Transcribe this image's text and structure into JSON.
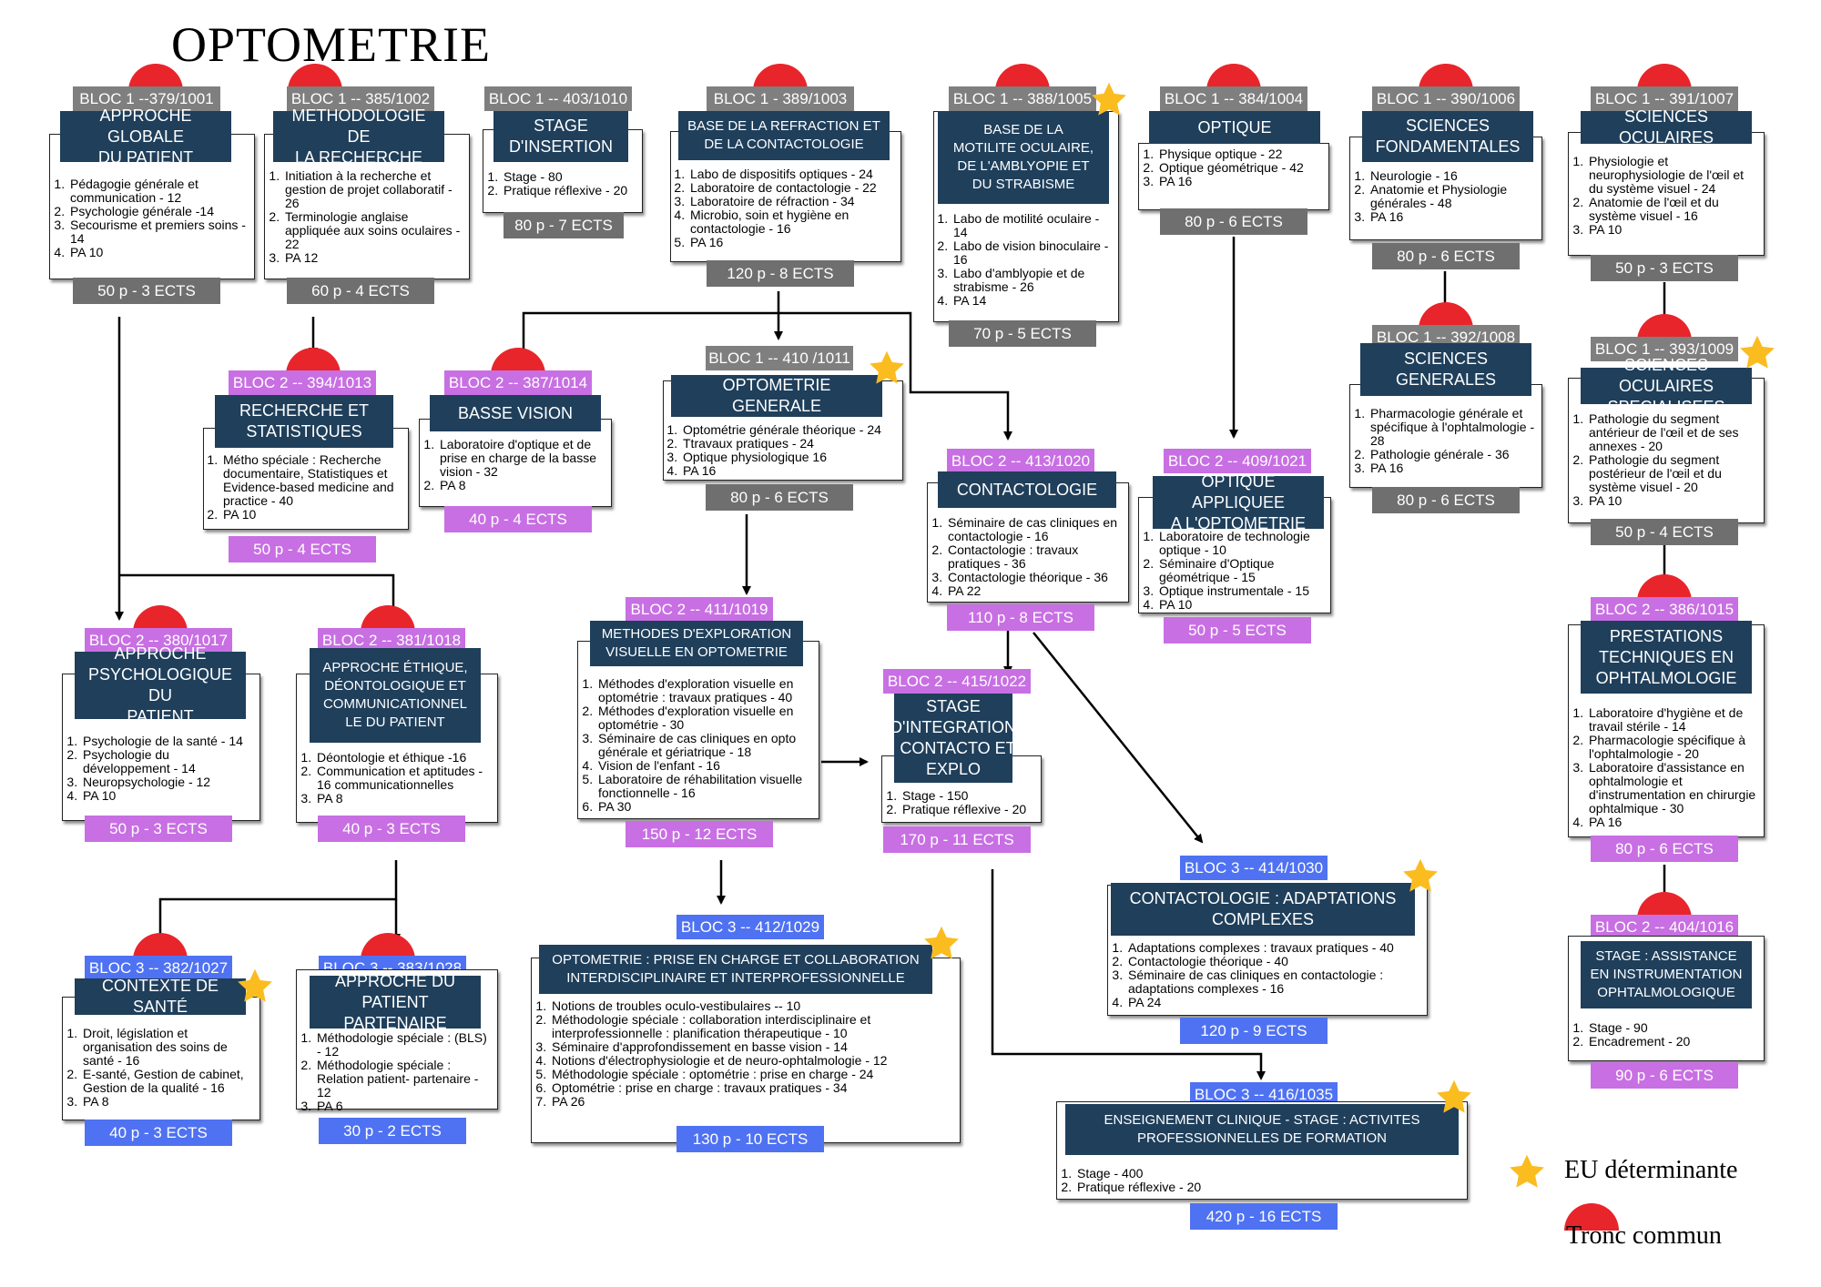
{
  "title": "OPTOMETRIE",
  "colors": {
    "bloc1": "#7f7f7f",
    "bloc2": "#c86fe3",
    "bloc3": "#4f72f2",
    "title_bg": "#1f3f5b",
    "star": "#fbbc20",
    "tronc_commun": "#e8252b"
  },
  "units": [
    {
      "id": "u379",
      "bloc": "BLOC 1 --379/1001",
      "title": "APPROCHE GLOBALE\nDU PATIENT",
      "items": [
        "Pédagogie générale et communication - 12",
        "Psychologie générale -14",
        "Secourisme et premiers soins - 14",
        "PA 10"
      ],
      "footer": "50 p - 3 ECTS",
      "level": 1,
      "star": false,
      "tronc": true
    },
    {
      "id": "u385",
      "bloc": "BLOC 1 -- 385/1002",
      "title": "METHODOLOGIE DE\nLA RECHERCHE",
      "items": [
        "Initiation à la recherche et gestion de projet collaboratif - 26",
        "Terminologie anglaise appliquée aux soins oculaires - 22",
        "PA 12"
      ],
      "footer": "60 p - 4 ECTS",
      "level": 1,
      "star": false,
      "tronc": true
    },
    {
      "id": "u403",
      "bloc": "BLOC 1 -- 403/1010",
      "title": "STAGE\nD'INSERTION",
      "items": [
        "Stage - 80",
        "Pratique réflexive - 20"
      ],
      "footer": "80 p - 7 ECTS",
      "level": 1,
      "star": false,
      "tronc": false
    },
    {
      "id": "u389",
      "bloc": "BLOC 1 - 389/1003",
      "title": "BASE DE LA REFRACTION ET\nDE LA CONTACTOLOGIE",
      "items": [
        "Labo de dispositifs optiques - 24",
        "Laboratoire de contactologie - 22",
        "Laboratoire de réfraction - 34",
        "Microbio, soin et hygiène en contactologie - 16",
        "PA 16"
      ],
      "footer": "120 p - 8 ECTS",
      "level": 1,
      "star": false,
      "tronc": true
    },
    {
      "id": "u388",
      "bloc": "BLOC 1 -- 388/1005",
      "title": "BASE DE LA\nMOTILITE OCULAIRE,\nDE L'AMBLYOPIE ET\nDU STRABISME",
      "items": [
        "Labo de motilité oculaire - 14",
        "Labo de vision binoculaire - 16",
        "Labo d'amblyopie et de strabisme - 26",
        "PA 14"
      ],
      "footer": "70 p - 5 ECTS",
      "level": 1,
      "star": true,
      "tronc": true
    },
    {
      "id": "u384",
      "bloc": "BLOC 1 -- 384/1004",
      "title": "OPTIQUE",
      "items": [
        "Physique optique - 22",
        "Optique géométrique - 42",
        "PA 16"
      ],
      "footer": "80 p - 6 ECTS",
      "level": 1,
      "star": false,
      "tronc": true
    },
    {
      "id": "u390",
      "bloc": "BLOC 1 -- 390/1006",
      "title": "SCIENCES\nFONDAMENTALES",
      "items": [
        "Neurologie - 16",
        "Anatomie et Physiologie générales - 48",
        "PA 16"
      ],
      "footer": "80 p - 6 ECTS",
      "level": 1,
      "star": false,
      "tronc": true
    },
    {
      "id": "u391",
      "bloc": "BLOC 1 -- 391/1007",
      "title": "SCIENCES OCULAIRES",
      "items": [
        "Physiologie et neurophysiologie de l'œil et du système visuel - 24",
        "Anatomie de l'œil et du système visuel - 16",
        "PA 10"
      ],
      "footer": "50 p - 3 ECTS",
      "level": 1,
      "star": false,
      "tronc": true
    },
    {
      "id": "u394",
      "bloc": "BLOC 2 -- 394/1013",
      "title": "RECHERCHE ET\nSTATISTIQUES",
      "items": [
        "Métho spéciale : Recherche documentaire, Statistiques et Evidence-based medicine and practice - 40",
        "PA 10"
      ],
      "footer": "50 p - 4 ECTS",
      "level": 2,
      "star": false,
      "tronc": true
    },
    {
      "id": "u387",
      "bloc": "BLOC 2 -- 387/1014",
      "title": "BASSE VISION",
      "items": [
        "Laboratoire d'optique et de prise en charge de la basse vision - 32",
        "PA 8"
      ],
      "footer": "40 p - 4 ECTS",
      "level": 2,
      "star": false,
      "tronc": true
    },
    {
      "id": "u410",
      "bloc": "BLOC 1 -- 410 /1011",
      "title": "OPTOMETRIE GENERALE",
      "items": [
        "Optométrie générale théorique - 24",
        "Ttravaux pratiques - 24",
        "Optique physiologique 16",
        "PA 16"
      ],
      "footer": "80 p - 6 ECTS",
      "level": 1,
      "star": true,
      "tronc": false
    },
    {
      "id": "u413",
      "bloc": "BLOC 2 -- 413/1020",
      "title": "CONTACTOLOGIE",
      "items": [
        "Séminaire de cas cliniques en contactologie - 16",
        "Contactologie : travaux pratiques - 36",
        "Contactologie théorique - 36",
        "PA 22"
      ],
      "footer": "110 p - 8 ECTS",
      "level": 2,
      "star": false,
      "tronc": false
    },
    {
      "id": "u409",
      "bloc": "BLOC 2 -- 409/1021",
      "title": "OPTIQUE APPLIQUEE\nA L'OPTOMETRIE",
      "items": [
        "Laboratoire de technologie optique - 10",
        "Séminaire d'Optique géométrique - 15",
        "Optique instrumentale - 15",
        "PA 10"
      ],
      "footer": "50 p - 5 ECTS",
      "level": 2,
      "star": false,
      "tronc": false
    },
    {
      "id": "u392",
      "bloc": "BLOC 1 -- 392/1008",
      "title": "SCIENCES\nGENERALES",
      "items": [
        "Pharmacologie générale et spécifique à l'ophtalmologie - 28",
        "Pathologie générale - 36",
        "PA 16"
      ],
      "footer": "80 p - 6 ECTS",
      "level": 1,
      "star": false,
      "tronc": true
    },
    {
      "id": "u393",
      "bloc": "BLOC 1 -- 393/1009",
      "title": "SCIENCES OCULAIRES\nSPECIALISEES",
      "items": [
        "Pathologie du segment antérieur de l'œil et de ses annexes - 20",
        "Pathologie du segment postérieur de l'œil et du système visuel - 20",
        "PA 10"
      ],
      "footer": "50 p - 4 ECTS",
      "level": 1,
      "star": true,
      "tronc": true
    },
    {
      "id": "u380",
      "bloc": "BLOC 2 -- 380/1017",
      "title": "APPROCHE\nPSYCHOLOGIQUE DU\nPATIENT",
      "items": [
        "Psychologie de la santé - 14",
        "Psychologie du développement - 14",
        "Neuropsychologie - 12",
        "PA 10"
      ],
      "footer": "50 p - 3 ECTS",
      "level": 2,
      "star": false,
      "tronc": true
    },
    {
      "id": "u381",
      "bloc": "BLOC 2 -- 381/1018",
      "title": "APPROCHE ÉTHIQUE,\nDÉONTOLOGIQUE ET\nCOMMUNICATIONNEL\nLE DU PATIENT",
      "items": [
        "Déontologie et éthique -16",
        "Communication et aptitudes - 16 communicationnelles",
        "PA 8"
      ],
      "footer": "40 p - 3 ECTS",
      "level": 2,
      "star": false,
      "tronc": true
    },
    {
      "id": "u411",
      "bloc": "BLOC 2 -- 411/1019",
      "title": "METHODES D'EXPLORATION\nVISUELLE EN OPTOMETRIE",
      "items": [
        "Méthodes d'exploration visuelle en optométrie : travaux pratiques - 40",
        "Méthodes d'exploration visuelle en optométrie - 30",
        "Séminaire de cas cliniques en opto générale et gériatrique - 18",
        "Vision de l'enfant - 16",
        "Laboratoire de réhabilitation visuelle fonctionnelle - 16",
        "PA 30"
      ],
      "footer": "150 p - 12 ECTS",
      "level": 2,
      "star": false,
      "tronc": false
    },
    {
      "id": "u415",
      "bloc": "BLOC 2 -- 415/1022",
      "title": "STAGE\nD'INTEGRATION\n: CONTACTO ET\nEXPLO",
      "items": [
        "Stage - 150",
        "Pratique réflexive - 20"
      ],
      "footer": "170 p - 11 ECTS",
      "level": 2,
      "star": false,
      "tronc": false
    },
    {
      "id": "u386",
      "bloc": "BLOC 2 -- 386/1015",
      "title": "PRESTATIONS\nTECHNIQUES EN\nOPHTALMOLOGIE",
      "items": [
        "Laboratoire d'hygiène et de travail stérile - 14",
        "Pharmacologie spécifique à l'ophtalmologie - 20",
        "Laboratoire d'assistance en ophtalmologie et d'instrumentation en chirurgie ophtalmique - 30",
        "PA 16"
      ],
      "footer": "80 p - 6 ECTS",
      "level": 2,
      "star": false,
      "tronc": true
    },
    {
      "id": "u414",
      "bloc": "BLOC 3 -- 414/1030",
      "title": "CONTACTOLOGIE : ADAPTATIONS\nCOMPLEXES",
      "items": [
        "Adaptations complexes : travaux pratiques - 40",
        "Contactologie théorique - 40",
        "Séminaire de cas cliniques en contactologie : adaptations complexes - 16",
        "PA 24"
      ],
      "footer": "120 p - 9 ECTS",
      "level": 3,
      "star": true,
      "tronc": false
    },
    {
      "id": "u382",
      "bloc": "BLOC 3 -- 382/1027",
      "title": "CONTEXTE DE SANTÉ",
      "items": [
        "Droit, législation et organisation des soins de santé - 16",
        "E-santé, Gestion de cabinet, Gestion de la qualité - 16",
        "PA 8"
      ],
      "footer": "40 p - 3 ECTS",
      "level": 3,
      "star": true,
      "tronc": true
    },
    {
      "id": "u383",
      "bloc": "BLOC 3 -- 383/1028",
      "title": "APPROCHE DU\nPATIENT PARTENAIRE",
      "items": [
        "Méthodologie spéciale : (BLS) - 12",
        "Méthodologie spéciale : Relation patient- partenaire - 12",
        "PA 6"
      ],
      "footer": "30 p - 2 ECTS",
      "level": 3,
      "star": false,
      "tronc": true
    },
    {
      "id": "u412",
      "bloc": "BLOC 3 -- 412/1029",
      "title": "OPTOMETRIE : PRISE EN CHARGE ET COLLABORATION\nINTERDISCIPLINAIRE ET INTERPROFESSIONNELLE",
      "items": [
        "Notions de troubles oculo-vestibulaires -- 10",
        "Méthodologie spéciale : collaboration interdisciplinaire et interprofessionnelle : planification thérapeutique - 10",
        "Séminaire d'approfondissement en basse vision - 14",
        "Notions d'électrophysiologie et de neuro-ophtalmologie - 12",
        "Méthodologie spéciale : optométrie : prise en charge - 24",
        "Optométrie : prise en charge : travaux pratiques - 34",
        "PA 26"
      ],
      "footer": "130 p - 10 ECTS",
      "level": 3,
      "star": true,
      "tronc": false
    },
    {
      "id": "u404",
      "bloc": "BLOC 2 -- 404/1016",
      "title": "STAGE : ASSISTANCE\nEN INSTRUMENTATION\nOPHTALMOLOGIQUE",
      "items": [
        "Stage - 90",
        "Encadrement - 20"
      ],
      "footer": "90 p - 6 ECTS",
      "level": 2,
      "star": false,
      "tronc": true
    },
    {
      "id": "u416",
      "bloc": "BLOC 3 -- 416/1035",
      "title": "ENSEIGNEMENT CLINIQUE - STAGE : ACTIVITES\nPROFESSIONNELLES DE FORMATION",
      "items": [
        "Stage - 400",
        "Pratique réflexive - 20"
      ],
      "footer": "420 p - 16 ECTS",
      "level": 3,
      "star": true,
      "tronc": false
    }
  ],
  "legend": {
    "star_label": "EU déterminante",
    "tronc_label": "Tronc commun"
  }
}
